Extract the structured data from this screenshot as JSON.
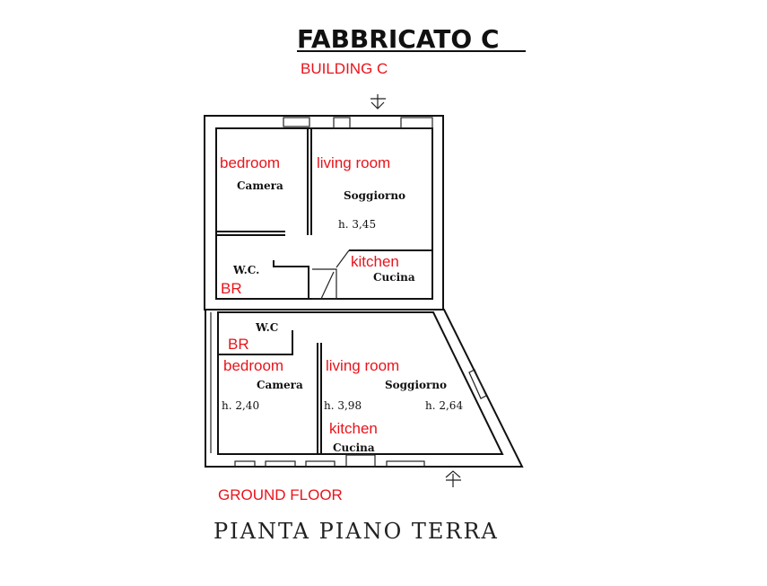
{
  "title": "FABBRICATO C",
  "title_translation": "BUILDING C",
  "upper_unit": {
    "bedroom": {
      "label_en": "bedroom",
      "label_it": "Camera"
    },
    "living": {
      "label_en": "living room",
      "label_it": "Soggiorno",
      "height": "h. 3,45"
    },
    "kitchen": {
      "label_en": "kitchen",
      "label_it": "Cucina"
    },
    "bath": {
      "label_en": "BR",
      "label_it": "W.C."
    }
  },
  "lower_unit": {
    "bath": {
      "label_en": "BR",
      "label_it": "W.C"
    },
    "bedroom": {
      "label_en": "bedroom",
      "label_it": "Camera",
      "height": "h. 2,40"
    },
    "living": {
      "label_en": "living room",
      "label_it": "Soggiorno",
      "height_1": "h. 3,98",
      "height_2": "h. 2,64"
    },
    "kitchen": {
      "label_en": "kitchen",
      "label_it": "Cucina"
    }
  },
  "floor_translation": "GROUND FLOOR",
  "floor_title": "PIANTA PIANO TERRA"
}
